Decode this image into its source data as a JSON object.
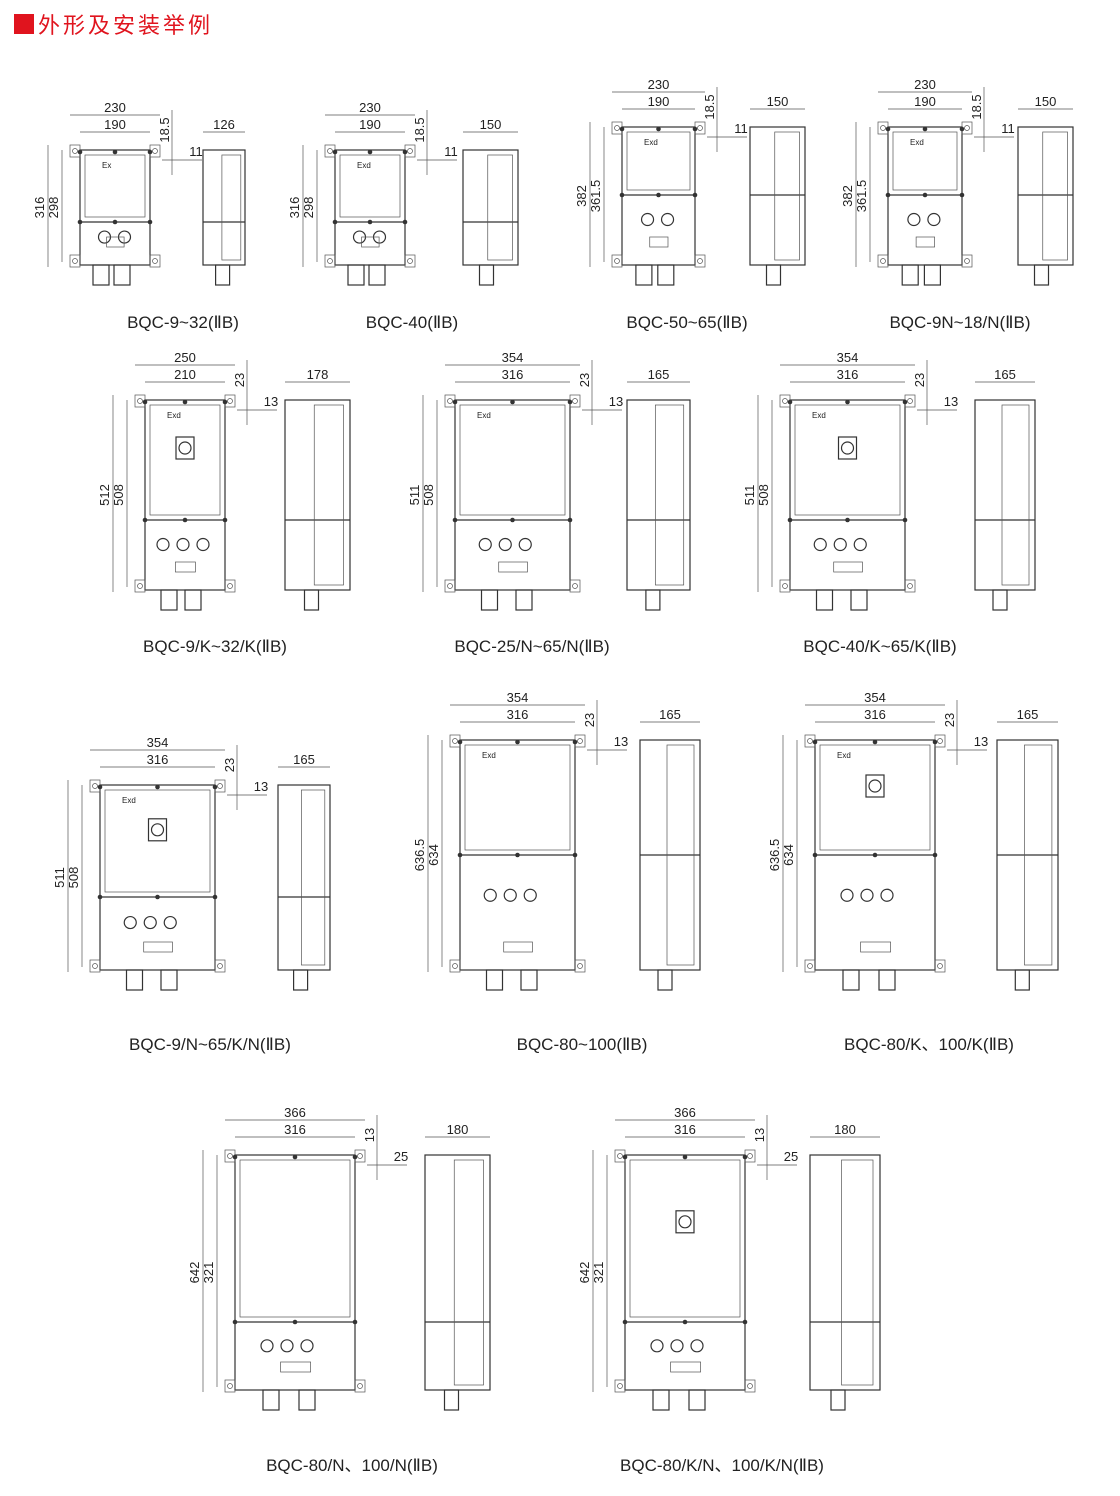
{
  "header": {
    "title": "外形及安装举例",
    "accent_color": "#e0141e"
  },
  "diagrams": [
    {
      "caption": "BQC-9~32(ⅡB)",
      "width_outer": "230",
      "width_inner": "190",
      "height_outer": "316",
      "height_inner": "298",
      "offset_a": "18.5",
      "offset_b": "11",
      "depth": "126",
      "marking": "Ex"
    },
    {
      "caption": "BQC-40(ⅡB)",
      "width_outer": "230",
      "width_inner": "190",
      "height_outer": "316",
      "height_inner": "298",
      "offset_a": "18.5",
      "offset_b": "11",
      "depth": "150",
      "marking": "Exd"
    },
    {
      "caption": "BQC-50~65(ⅡB)",
      "width_outer": "230",
      "width_inner": "190",
      "height_outer": "382",
      "height_inner": "361.5",
      "offset_a": "18.5",
      "offset_b": "11",
      "depth": "150",
      "marking": "Exd"
    },
    {
      "caption": "BQC-9N~18/N(ⅡB)",
      "width_outer": "230",
      "width_inner": "190",
      "height_outer": "382",
      "height_inner": "361.5",
      "offset_a": "18.5",
      "offset_b": "11",
      "depth": "150",
      "marking": "Exd"
    },
    {
      "caption": "BQC-9/K~32/K(ⅡB)",
      "width_outer": "250",
      "width_inner": "210",
      "height_outer": "512",
      "height_inner": "508",
      "offset_a": "23",
      "offset_b": "13",
      "depth": "178",
      "marking": "Exd"
    },
    {
      "caption": "BQC-25/N~65/N(ⅡB)",
      "width_outer": "354",
      "width_inner": "316",
      "height_outer": "511",
      "height_inner": "508",
      "offset_a": "23",
      "offset_b": "13",
      "depth": "165",
      "marking": "Exd"
    },
    {
      "caption": "BQC-40/K~65/K(ⅡB)",
      "width_outer": "354",
      "width_inner": "316",
      "height_outer": "511",
      "height_inner": "508",
      "offset_a": "23",
      "offset_b": "13",
      "depth": "165",
      "marking": "Exd"
    },
    {
      "caption": "BQC-9/N~65/K/N(ⅡB)",
      "width_outer": "354",
      "width_inner": "316",
      "height_outer": "511",
      "height_inner": "508",
      "offset_a": "23",
      "offset_b": "13",
      "depth": "165",
      "marking": "Exd"
    },
    {
      "caption": "BQC-80~100(ⅡB)",
      "width_outer": "354",
      "width_inner": "316",
      "height_outer": "636.5",
      "height_inner": "634",
      "offset_a": "23",
      "offset_b": "13",
      "depth": "165",
      "marking": "Exd"
    },
    {
      "caption": "BQC-80/K、100/K(ⅡB)",
      "width_outer": "354",
      "width_inner": "316",
      "height_outer": "636.5",
      "height_inner": "634",
      "offset_a": "23",
      "offset_b": "13",
      "depth": "165",
      "marking": "Exd"
    },
    {
      "caption": "BQC-80/N、100/N(ⅡB)",
      "width_outer": "366",
      "width_inner": "316",
      "height_outer": "642",
      "height_inner": "321",
      "offset_a": "13",
      "offset_b": "25",
      "depth": "180",
      "marking": ""
    },
    {
      "caption": "BQC-80/K/N、100/K/N(ⅡB)",
      "width_outer": "366",
      "width_inner": "316",
      "height_outer": "642",
      "height_inner": "321",
      "offset_a": "13",
      "offset_b": "25",
      "depth": "180",
      "marking": ""
    }
  ]
}
